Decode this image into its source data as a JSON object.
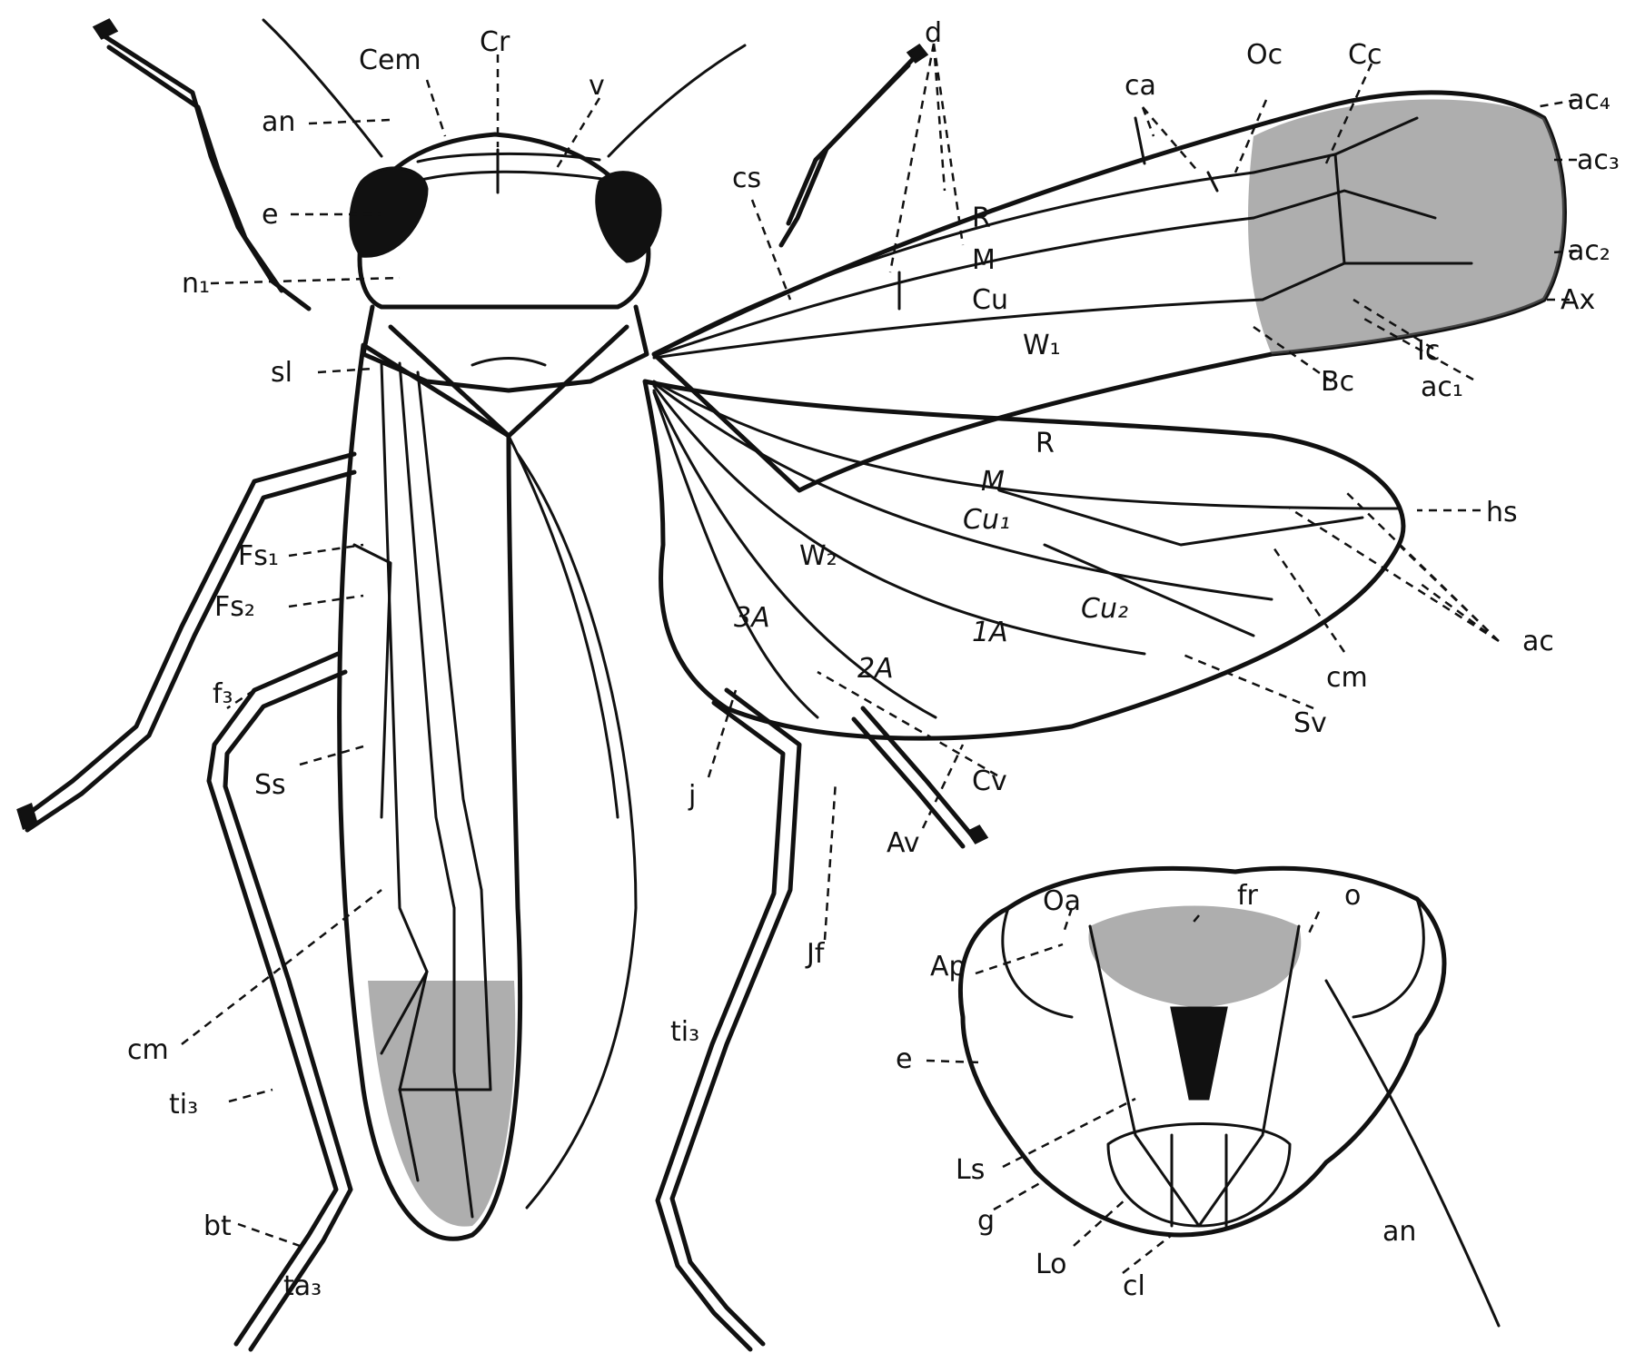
{
  "labels": {
    "Cem": "Cem",
    "Cr": "Cr",
    "v": "v",
    "an": "an",
    "e": "e",
    "n1": "n₁",
    "sl": "sl",
    "Fs1": "Fs₁",
    "Fs2": "Fs₂",
    "f3": "f₃",
    "Ss": "Ss",
    "cm": "cm",
    "ti3": "ti₃",
    "bt": "bt",
    "ta3": "ta₃",
    "d": "d",
    "ca": "ca",
    "Oc": "Oc",
    "Cc": "Cc",
    "ac4": "ac₄",
    "ac3": "ac₃",
    "ac2": "ac₂",
    "Ax": "Ax",
    "Ic": "Ic",
    "ac1": "ac₁",
    "Bc": "Bc",
    "cs": "cs",
    "R": "R",
    "M": "M",
    "Cu": "Cu",
    "W1": "W₁",
    "hs": "hs",
    "Cu1": "Cu₁",
    "W2": "W₂",
    "Cu2": "Cu₂",
    "1A": "1A",
    "2A": "2A",
    "3A": "3A",
    "ac": "ac",
    "Sv": "Sv",
    "j": "j",
    "Cv": "Cv",
    "Av": "Av",
    "Jf": "Jf",
    "Oa": "Oa",
    "fr": "fr",
    "o": "o",
    "Ap": "Ap",
    "Ls": "Ls",
    "g": "g",
    "Lo": "Lo",
    "cl": "cl"
  }
}
